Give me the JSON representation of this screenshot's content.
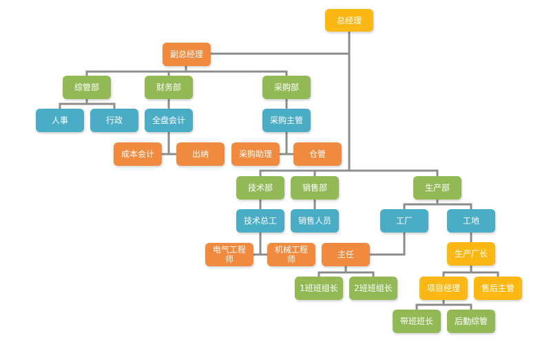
{
  "colors": {
    "yellow": "#fbb814",
    "orange": "#ef8a3e",
    "green": "#93b957",
    "blue": "#4bacc6",
    "connector": "#8c8c8c"
  },
  "nodes": {
    "gm": {
      "label": "总经理",
      "color": "yellow"
    },
    "vgm": {
      "label": "副总经理",
      "color": "orange"
    },
    "zongguan": {
      "label": "综管部",
      "color": "green"
    },
    "caiwu": {
      "label": "财务部",
      "color": "green"
    },
    "caigou": {
      "label": "采购部",
      "color": "green"
    },
    "renshi": {
      "label": "人事",
      "color": "blue"
    },
    "xingzheng": {
      "label": "行政",
      "color": "blue"
    },
    "quanpan": {
      "label": "全盘会计",
      "color": "blue"
    },
    "chengben": {
      "label": "成本会计",
      "color": "orange"
    },
    "chuna": {
      "label": "出纳",
      "color": "orange"
    },
    "cgzhuguan": {
      "label": "采购主管",
      "color": "blue"
    },
    "cgzhuli": {
      "label": "采购助理",
      "color": "orange"
    },
    "cangguan": {
      "label": "仓管",
      "color": "orange"
    },
    "jishu": {
      "label": "技术部",
      "color": "green"
    },
    "xiaoshou": {
      "label": "销售部",
      "color": "green"
    },
    "shengchan": {
      "label": "生产部",
      "color": "green"
    },
    "jishuzong": {
      "label": "技术总工",
      "color": "blue"
    },
    "xsrenyuan": {
      "label": "销售人员",
      "color": "blue"
    },
    "gongchang": {
      "label": "工厂",
      "color": "blue"
    },
    "gongdi": {
      "label": "工地",
      "color": "blue"
    },
    "dianqi": {
      "label": "电气工程\n师",
      "color": "orange"
    },
    "jixie": {
      "label": "机械工程\n师",
      "color": "orange"
    },
    "zhuren": {
      "label": "主任",
      "color": "orange"
    },
    "sccz": {
      "label": "生产厂长",
      "color": "yellow"
    },
    "xmjl": {
      "label": "项目经理",
      "color": "yellow"
    },
    "shzg": {
      "label": "售后主管",
      "color": "yellow"
    },
    "banzu1": {
      "label": "1班班组长",
      "color": "green"
    },
    "banzu2": {
      "label": "2班班组长",
      "color": "green"
    },
    "daiban": {
      "label": "带班班长",
      "color": "green"
    },
    "houqin": {
      "label": "后勤综管",
      "color": "green"
    }
  }
}
